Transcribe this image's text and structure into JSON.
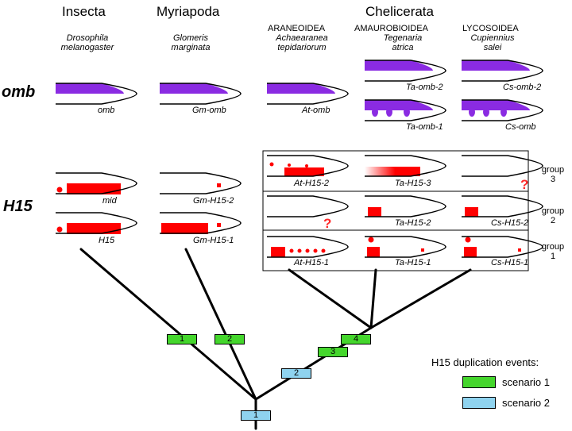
{
  "clades": {
    "insecta": "Insecta",
    "myriapoda": "Myriapoda",
    "chelicerata": "Chelicerata"
  },
  "superfamilies": {
    "araneoidea": "ARANEOIDEA",
    "amaurobioidea": "AMAUROBIOIDEA",
    "lycosoidea": "LYCOSOIDEA"
  },
  "species": {
    "drosophila": [
      "Drosophila",
      "melanogaster"
    ],
    "glomeris": [
      "Glomeris",
      "marginata"
    ],
    "achaearanea": [
      "Achaearanea",
      "tepidariorum"
    ],
    "tegenaria": [
      "Tegenaria",
      "atrica"
    ],
    "cupiennius": [
      "Cupiennius",
      "salei"
    ]
  },
  "genes": {
    "omb": "omb",
    "h15": "H15"
  },
  "labels": {
    "omb": "omb",
    "gm_omb": "Gm-omb",
    "at_omb": "At-omb",
    "ta_omb2": "Ta-omb-2",
    "cs_omb2": "Cs-omb-2",
    "ta_omb1": "Ta-omb-1",
    "cs_omb": "Cs-omb",
    "mid": "mid",
    "h15": "H15",
    "gm_h15_2": "Gm-H15-2",
    "gm_h15_1": "Gm-H15-1",
    "at_h15_2": "At-H15-2",
    "ta_h15_3": "Ta-H15-3",
    "ta_h15_2": "Ta-H15-2",
    "cs_h15_2": "Cs-H15-2",
    "at_h15_1": "At-H15-1",
    "ta_h15_1": "Ta-H15-1",
    "cs_h15_1": "Cs-H15-1"
  },
  "groups": {
    "g3": [
      "group",
      "3"
    ],
    "g2": [
      "group",
      "2"
    ],
    "g1": [
      "group",
      "1"
    ]
  },
  "unknown_mark": "?",
  "events": {
    "e1": "1",
    "e2": "2",
    "e3": "3",
    "e4": "4"
  },
  "legend": {
    "title": "H15 duplication events:",
    "scenario1": "scenario 1",
    "scenario2": "scenario 2"
  },
  "colors": {
    "omb_expression": "#8a2be2",
    "h15_expression": "#ff0000",
    "scenario1": "#44d62c",
    "scenario2": "#8fd3ef"
  }
}
